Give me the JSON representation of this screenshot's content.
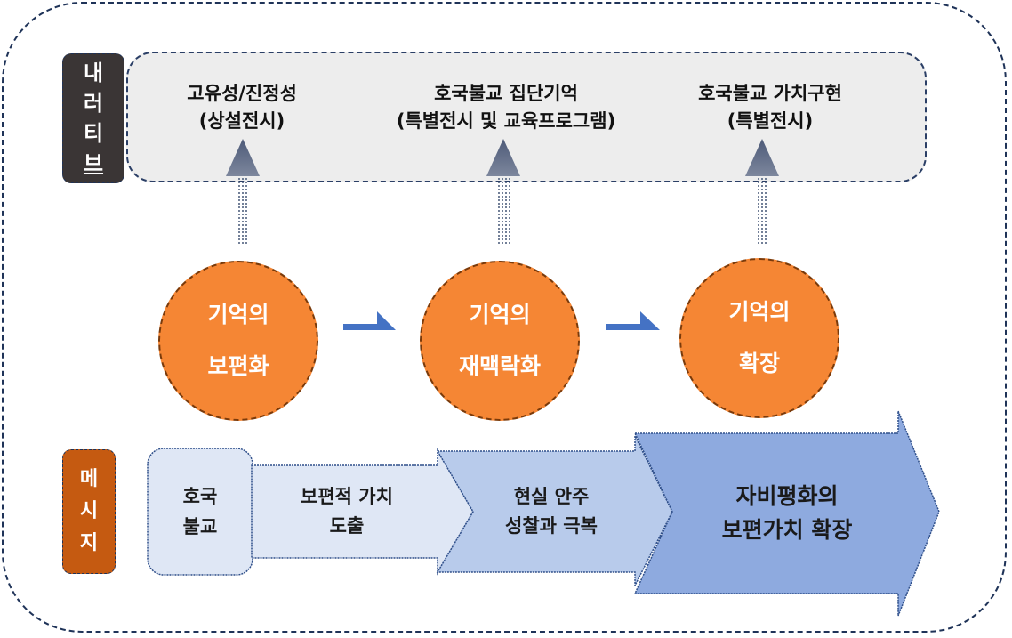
{
  "diagram": {
    "narrative_label": [
      "내",
      "러",
      "티",
      "브"
    ],
    "message_label": [
      "메",
      "시",
      "지"
    ],
    "narrative_items": [
      {
        "line1": "고유성/진정성",
        "line2": "(상설전시)"
      },
      {
        "line1": "호국불교 집단기억",
        "line2": "(특별전시 및 교육프로그램)"
      },
      {
        "line1": "호국불교 가치구현",
        "line2": "(특별전시)"
      }
    ],
    "memory_stages": [
      {
        "line1": "기억의",
        "line2": "보편화"
      },
      {
        "line1": "기억의",
        "line2": "재맥락화"
      },
      {
        "line1": "기억의",
        "line2": "확장"
      }
    ],
    "message_steps": [
      {
        "line1": "호국",
        "line2": "불교"
      },
      {
        "line1": "보편적 가치",
        "line2": "도출"
      },
      {
        "line1": "현실 안주",
        "line2": "성찰과 극복"
      },
      {
        "line1": "자비평화의",
        "line2": "보편가치 확장"
      }
    ],
    "colors": {
      "narrative_label_bg": "#3a3535",
      "message_label_bg": "#c55a11",
      "circle_fill": "#f58634",
      "flow_arrow": "#4472c4",
      "step1_fill": "#dfe7f5",
      "step2_fill": "#dfe7f5",
      "step3_fill": "#b8cbeb",
      "step4_fill": "#8eaadf"
    }
  }
}
